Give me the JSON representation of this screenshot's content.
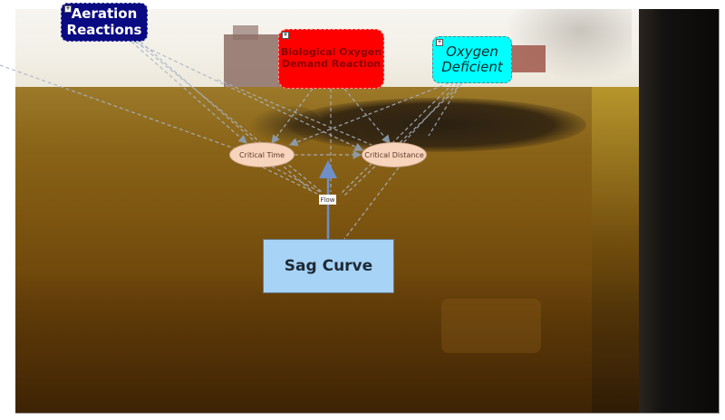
{
  "diagram": {
    "nodes": {
      "aeration": {
        "label_line1": "Aeration",
        "label_line2": "Reactions",
        "fill": "#0a0a82",
        "toggle": "+"
      },
      "bod": {
        "label_line1": "Biological Oxygen",
        "label_line2": "Demand Reaction",
        "fill": "#ff0000",
        "toggle": "+"
      },
      "oxygen_deficient": {
        "label_line1": "Oxygen",
        "label_line2": "Deficient",
        "fill": "#00ffff",
        "toggle": "+"
      },
      "critical_time": {
        "label": "Critical Time",
        "fill": "#f9d4bc"
      },
      "critical_distance": {
        "label": "Critical Distance",
        "fill": "#f9d4bc"
      },
      "sag_curve": {
        "label": "Sag Curve",
        "fill": "#a6d3f6"
      }
    },
    "flow": {
      "label": "Flow"
    },
    "link_color": "#8fa0b8"
  }
}
